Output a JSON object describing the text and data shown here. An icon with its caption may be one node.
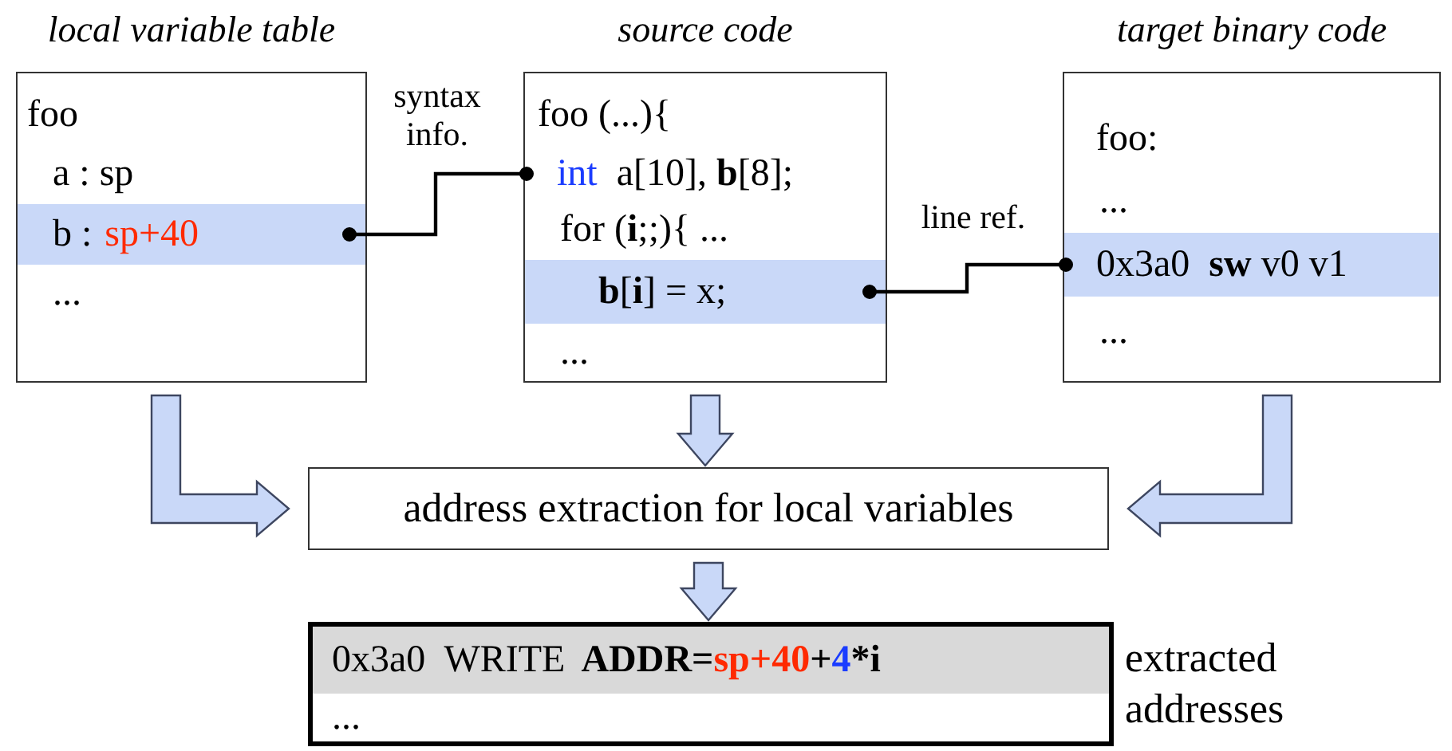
{
  "diagram": {
    "nodes": [
      {
        "text": [
          "local variable table"
        ]
      },
      {
        "text": [
          "foo"
        ],
        "in": 0
      },
      {
        "text": [
          "a : sp"
        ],
        "in": 0
      },
      {
        "text": [
          "b :",
          "sp+40"
        ],
        "in": 0
      },
      {
        "text": [
          "..."
        ],
        "in": 0
      },
      {
        "text": [
          "source code"
        ]
      },
      {
        "text": [
          "foo (...){"
        ],
        "in": 5
      },
      {
        "text": [
          "int",
          "a[10], **b**[8];"
        ],
        "in": 5
      },
      {
        "text": [
          "for (**i**;;){ ..."
        ],
        "in": 5
      },
      {
        "text": [
          "**b**[**i**] = x;"
        ],
        "in": 5
      },
      {
        "text": [
          "..."
        ],
        "in": 5
      },
      {
        "text": [
          "target binary code"
        ]
      },
      {
        "text": [
          "foo:"
        ],
        "in": 11
      },
      {
        "text": [
          "..."
        ],
        "in": 11
      },
      {
        "text": [
          "0x3a0  **sw** v0 v1"
        ],
        "in": 11
      },
      {
        "text": [
          "..."
        ],
        "in": 11
      },
      {
        "text": [
          "address extraction for local variables"
        ]
      },
      {
        "text": [],
        "shape": "box",
        "beside": [
          "extracted addresses"
        ]
      },
      {
        "text": [
          "0x3a0  WRITE",
          "ADDR=",
          "sp+40",
          "+",
          "4",
          "*i"
        ],
        "in": 17
      },
      {
        "text": [
          "..."
        ],
        "in": 17
      }
    ],
    "edges": [
      {
        "from": 3,
        "to": 7,
        "arrow": "other",
        "label": "syntax info."
      },
      {
        "from": 9,
        "to": 14,
        "arrow": "other",
        "label": "line ref."
      },
      {
        "from": 0,
        "to": 16,
        "arrow": "to",
        "style": "thick"
      },
      {
        "from": 5,
        "to": 16,
        "arrow": "to",
        "style": "thick"
      },
      {
        "from": 11,
        "to": 16,
        "arrow": "to",
        "style": "thick"
      },
      {
        "from": 16,
        "to": 17,
        "arrow": "to",
        "style": "thick"
      }
    ]
  }
}
